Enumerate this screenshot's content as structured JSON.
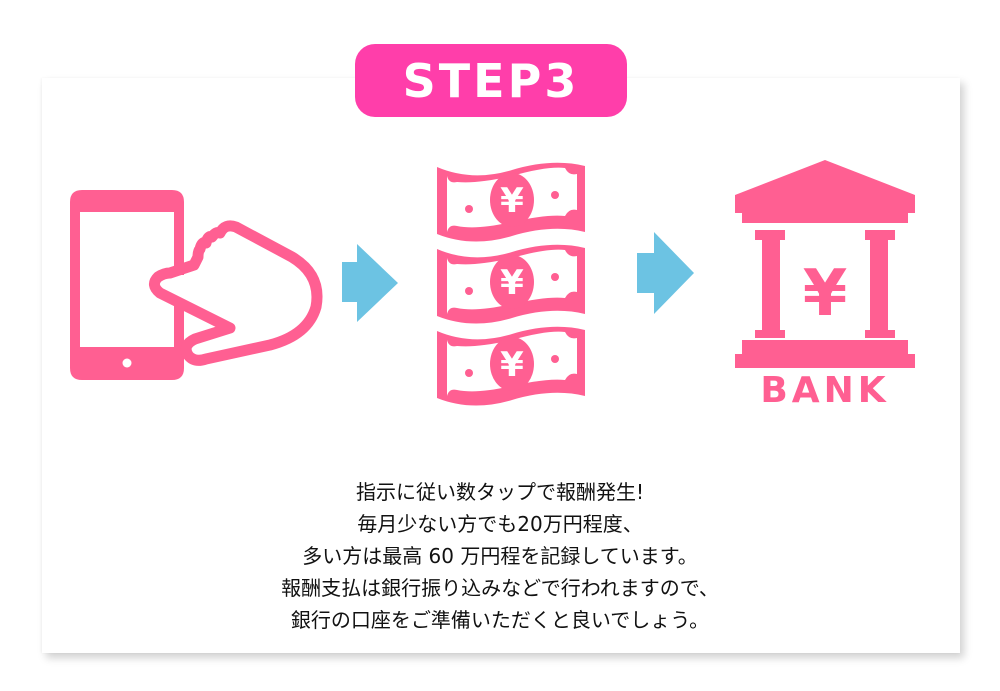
{
  "colors": {
    "badge": "#ff3eaa",
    "icon_pink": "#ff5f92",
    "arrow_blue": "#6cc3e3",
    "text": "#111111"
  },
  "header": {
    "step_label": "STEP3"
  },
  "flow": [
    {
      "icon": "smartphone-tap-icon",
      "label": ""
    },
    {
      "icon": "arrow-right-icon",
      "label": ""
    },
    {
      "icon": "yen-banknotes-icon",
      "label": ""
    },
    {
      "icon": "arrow-right-icon",
      "label": ""
    },
    {
      "icon": "bank-icon",
      "label": "BANK"
    }
  ],
  "banknote_symbol": "¥",
  "bank_symbol": "¥",
  "description": {
    "lines": [
      "指示に従い数タップで報酬発生!",
      "毎月少ない方でも20万円程度、",
      "多い方は最高 60 万円程を記録しています。",
      "報酬支払は銀行振り込みなどで行われますので、",
      "銀行の口座をご準備いただくと良いでしょう。"
    ]
  }
}
